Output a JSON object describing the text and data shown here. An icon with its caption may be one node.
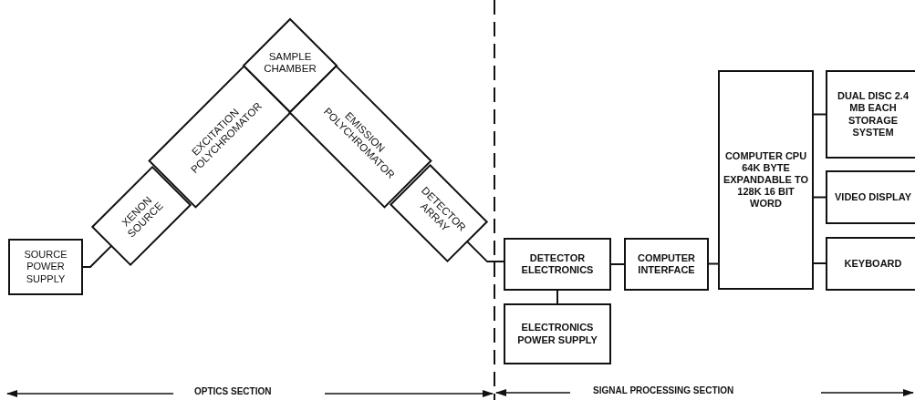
{
  "diagram": {
    "nodes": [
      {
        "text": [
          "SOURCE POWER SUPPLY"
        ]
      },
      {
        "text": [
          "XENON SOURCE"
        ]
      },
      {
        "text": [
          "EXCITATION POLYCHROMATOR"
        ]
      },
      {
        "text": [
          "SAMPLE CHAMBER"
        ]
      },
      {
        "text": [
          "EMISSION POLYCHROMATOR"
        ]
      },
      {
        "text": [
          "DETECTOR ARRAY"
        ]
      },
      {
        "text": [
          "DETECTOR ELECTRONICS"
        ]
      },
      {
        "text": [
          "ELECTRONICS POWER SUPPLY"
        ]
      },
      {
        "text": [
          "COMPUTER INTERFACE"
        ]
      },
      {
        "text": [
          "COMPUTER CPU 64K BYTE EXPANDABLE TO 128K 16 BIT WORD"
        ]
      },
      {
        "text": [
          "DUAL DISC 2.4 MB EACH STORAGE SYSTEM"
        ]
      },
      {
        "text": [
          "VIDEO DISPLAY"
        ]
      },
      {
        "text": [
          "KEYBOARD"
        ]
      }
    ],
    "edges": [
      {
        "from": 0,
        "to": 1,
        "arrow": "none"
      },
      {
        "from": 5,
        "to": 6,
        "arrow": "none"
      },
      {
        "from": 6,
        "to": 8,
        "arrow": "none"
      },
      {
        "from": 6,
        "to": 7,
        "arrow": "none"
      },
      {
        "from": 8,
        "to": 9,
        "arrow": "none"
      },
      {
        "from": 9,
        "to": 10,
        "arrow": "none"
      },
      {
        "from": 9,
        "to": 11,
        "arrow": "none"
      },
      {
        "from": 9,
        "to": 12,
        "arrow": "none"
      }
    ],
    "labels": [
      "OPTICS SECTION",
      "SIGNAL PROCESSING SECTION"
    ]
  }
}
